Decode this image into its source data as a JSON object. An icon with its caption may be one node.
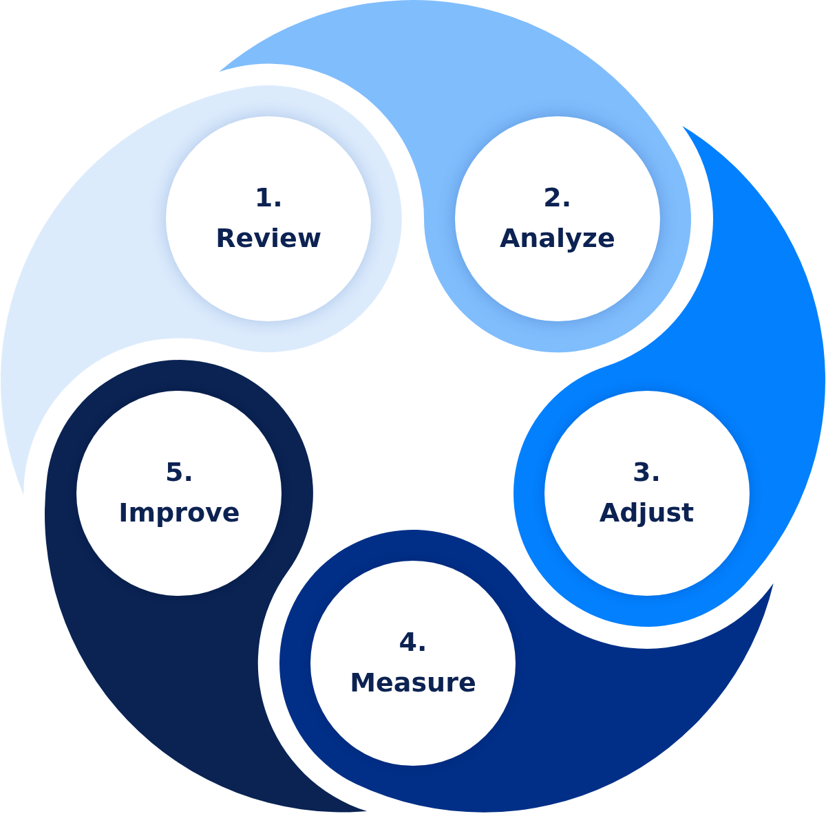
{
  "diagram": {
    "nodes": [
      {
        "text": [],
        "shape": "swirl"
      },
      {
        "text": [
          "1.",
          "Review"
        ],
        "in": 0
      },
      {
        "text": [],
        "shape": "swirl"
      },
      {
        "text": [
          "2.",
          "Analyze"
        ],
        "in": 2
      },
      {
        "text": [],
        "shape": "swirl"
      },
      {
        "text": [
          "3.",
          "Adjust"
        ],
        "in": 4
      },
      {
        "text": [],
        "shape": "swirl"
      },
      {
        "text": [
          "4.",
          "Measure"
        ],
        "in": 6
      },
      {
        "text": [],
        "shape": "swirl"
      },
      {
        "text": [
          "5.",
          "Improve"
        ],
        "in": 8
      }
    ]
  }
}
